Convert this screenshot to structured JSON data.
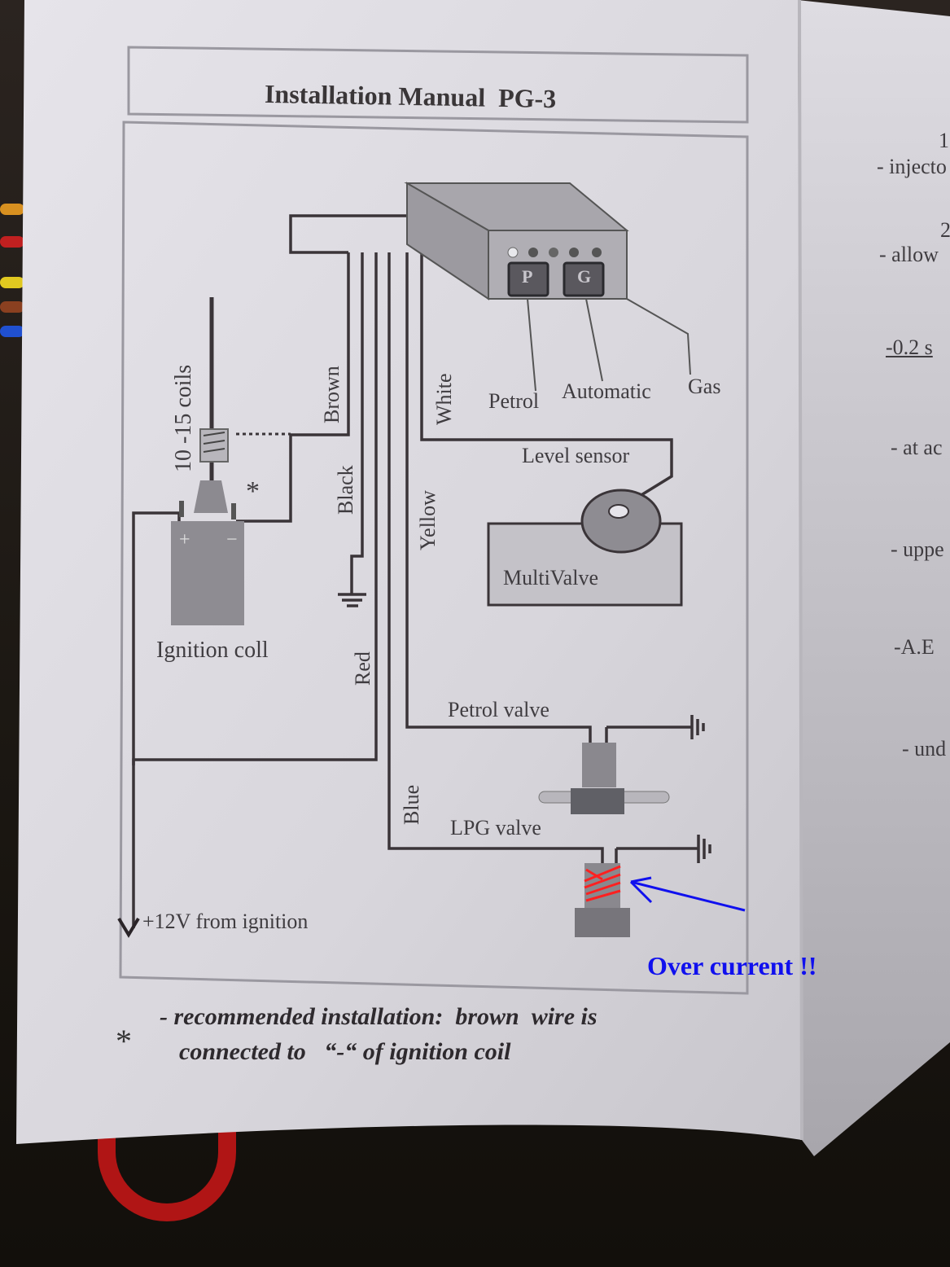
{
  "document": {
    "title": "Installation Manual  PG-3",
    "controller": {
      "buttons": [
        {
          "label": "P"
        },
        {
          "label": "G"
        }
      ],
      "switch_positions": [
        "Petrol",
        "Automatic",
        "Gas"
      ]
    },
    "wires": {
      "brown": "Brown",
      "black": "Black",
      "red": "Red",
      "yellow": "Yellow",
      "blue": "Blue",
      "white": "White"
    },
    "components": {
      "coils": "10 -15 coils",
      "ignition_coil": "Ignition coll",
      "level_sensor": "Level sensor",
      "multivalve": "MultiValve",
      "petrol_valve": "Petrol valve",
      "lpg_valve": "LPG valve",
      "supply": "+12V from ignition",
      "coil_plus": "+",
      "coil_minus": "−",
      "asterisk": "*"
    },
    "footnote": {
      "marker": "*",
      "line1": "- recommended installation:  brown  wire is",
      "line2": "connected to   “-“ of ignition coil"
    },
    "side_page_fragments": [
      "1",
      "- injecto",
      "2",
      "- allow",
      "-0.2 s",
      "- at ac",
      "- uppe",
      "-A.E",
      "- und"
    ]
  },
  "annotation": {
    "text": "Over current !!",
    "color": "#1010ee",
    "highlight_color": "#ff2020"
  }
}
